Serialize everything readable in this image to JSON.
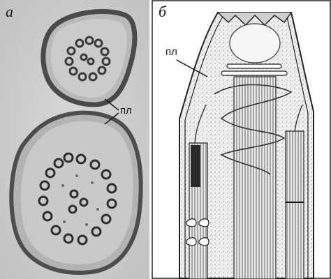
{
  "panel_a": {
    "letter": "а",
    "label": "пл"
  },
  "panel_b": {
    "letter": "б",
    "label": "пл"
  }
}
